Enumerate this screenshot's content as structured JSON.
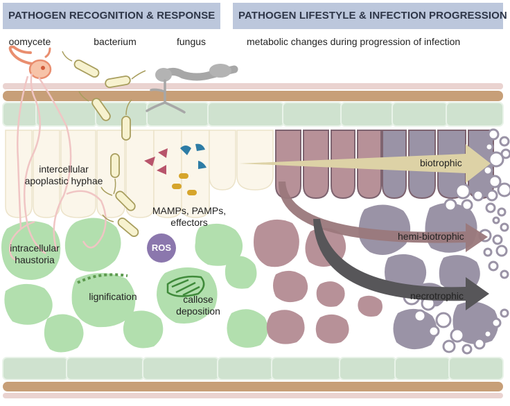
{
  "headers": {
    "left": "PATHOGEN RECOGNITION & RESPONSE",
    "right": "PATHOGEN LIFESTYLE & INFECTION PROGRESSION"
  },
  "pathogens": {
    "oomycete": "oomycete",
    "bacterium": "bacterium",
    "fungus": "fungus"
  },
  "metabolic_note": "metabolic changes during progression of infection",
  "labels": {
    "hyphae_line1": "intercellular",
    "hyphae_line2": "apoplastic hyphae",
    "mamps_line1": "MAMPs, PAMPs,",
    "mamps_line2": "effectors",
    "haustoria_line1": "intracellular",
    "haustoria_line2": "haustoria",
    "ros": "ROS",
    "lignification": "lignification",
    "callose_line1": "callose",
    "callose_line2": "deposition"
  },
  "lifestyles": {
    "biotrophic": "biotrophic",
    "hemi": "hemi-biotrophic",
    "necro": "necrotrophic"
  },
  "colors": {
    "banner": "#bcc7dc",
    "banner_text": "#2e3648",
    "cuticle_pink": "#ead3d0",
    "cell_wall": "#c79f78",
    "epidermis": "#cfe2cf",
    "palisade": "#fbf6ea",
    "mesophyll": "#b2dfae",
    "infected_pink": "#b79198",
    "infected_grey": "#9a93a6",
    "ros": "#8b77ad",
    "bio_arrow": "#ddd2a6",
    "hemi_arrow": "#9a787b",
    "necro_arrow": "#575659"
  }
}
